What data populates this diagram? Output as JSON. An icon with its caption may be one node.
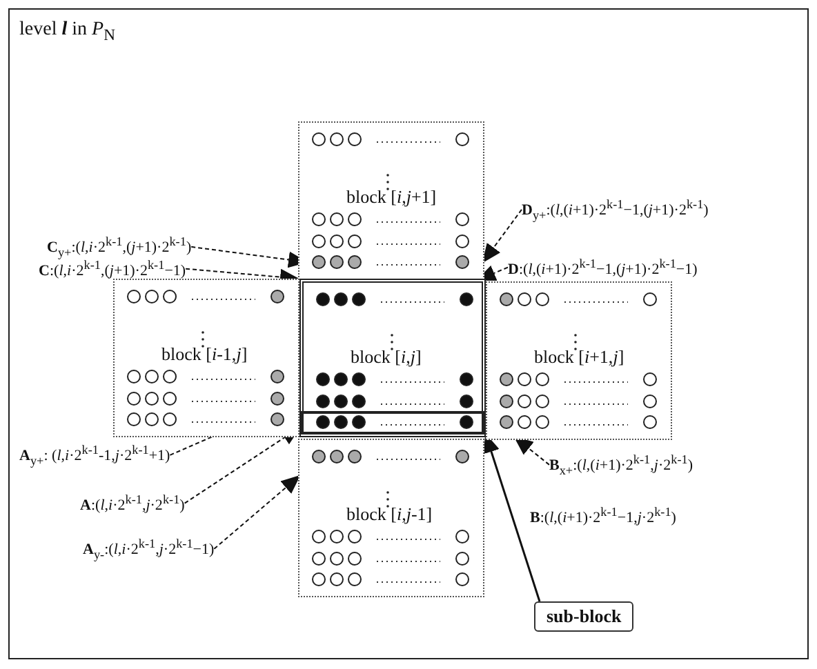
{
  "diagram": {
    "title": "level **l** in *P*$_{N}$",
    "nodes": [
      {
        "text": [
          "block [*i*,*j*+1]"
        ]
      },
      {
        "text": [
          "block [*i*-1,*j*]"
        ]
      },
      {
        "text": [
          "block [*i*,*j*]"
        ]
      },
      {
        "text": [],
        "shape": "box",
        "in": 2
      },
      {
        "text": [
          "block [*i*+1,*j*]"
        ]
      },
      {
        "text": [
          "block [*i*,*j*-1]"
        ]
      },
      {
        "text": [
          "**C**$_{y+}$:(*l*,*i*·2$^{k-1}$,(*j*+1)·2$^{k-1}$)"
        ]
      },
      {
        "text": [
          "**C**:(*l*,*i*·2$^{k-1}$,(*j*+1)·2$^{k-1}$−1)"
        ]
      },
      {
        "text": [
          "**D**$_{y+}$:(*l*,(*i*+1)·2$^{k-1}$−1,(*j*+1)·2$^{k-1}$)"
        ]
      },
      {
        "text": [
          "**D**:(*l*,(*i*+1)·2$^{k-1}$−1,(*j*+1)·2$^{k-1}$−1)"
        ]
      },
      {
        "text": [
          "**A**$_{y+}$: (*l*,*i*·2$^{k-1}$-1,*j*·2$^{k-1}$+1)"
        ]
      },
      {
        "text": [
          "**A**:(*l*,*i*·2$^{k-1}$,*j*·2$^{k-1}$)"
        ]
      },
      {
        "text": [
          "**A**$_{y-}$:(*l*,*i*·2$^{k-1}$,*j*·2$^{k-1}$−1)"
        ]
      },
      {
        "text": [
          "**B**$_{x+}$:(*l*,(*i*+1)·2$^{k-1}$,*j*·2$^{k-1}$)"
        ]
      },
      {
        "text": [
          "sub-block"
        ]
      }
    ],
    "edges": [
      {
        "from": 6,
        "to": 0,
        "arrow": "to",
        "style": "dashed"
      },
      {
        "from": 7,
        "to": 0,
        "arrow": "to",
        "style": "dashed"
      },
      {
        "from": 8,
        "to": 0,
        "arrow": "to",
        "style": "dashed"
      },
      {
        "from": 9,
        "to": 2,
        "arrow": "to",
        "style": "dashed"
      },
      {
        "from": 10,
        "to": 1,
        "arrow": "to",
        "style": "dashed"
      },
      {
        "from": 11,
        "to": 3,
        "arrow": "to",
        "style": "dashed"
      },
      {
        "from": 12,
        "to": 5,
        "arrow": "to",
        "style": "dashed"
      },
      {
        "from": 13,
        "to": 4,
        "arrow": "to",
        "style": "dashed"
      },
      {
        "from": 14,
        "to": 3,
        "arrow": "to"
      }
    ],
    "labels": [
      "**B**:(*l*,(*i*+1)·2$^{k-1}$−1,*j*·2$^{k-1}$)"
    ]
  }
}
